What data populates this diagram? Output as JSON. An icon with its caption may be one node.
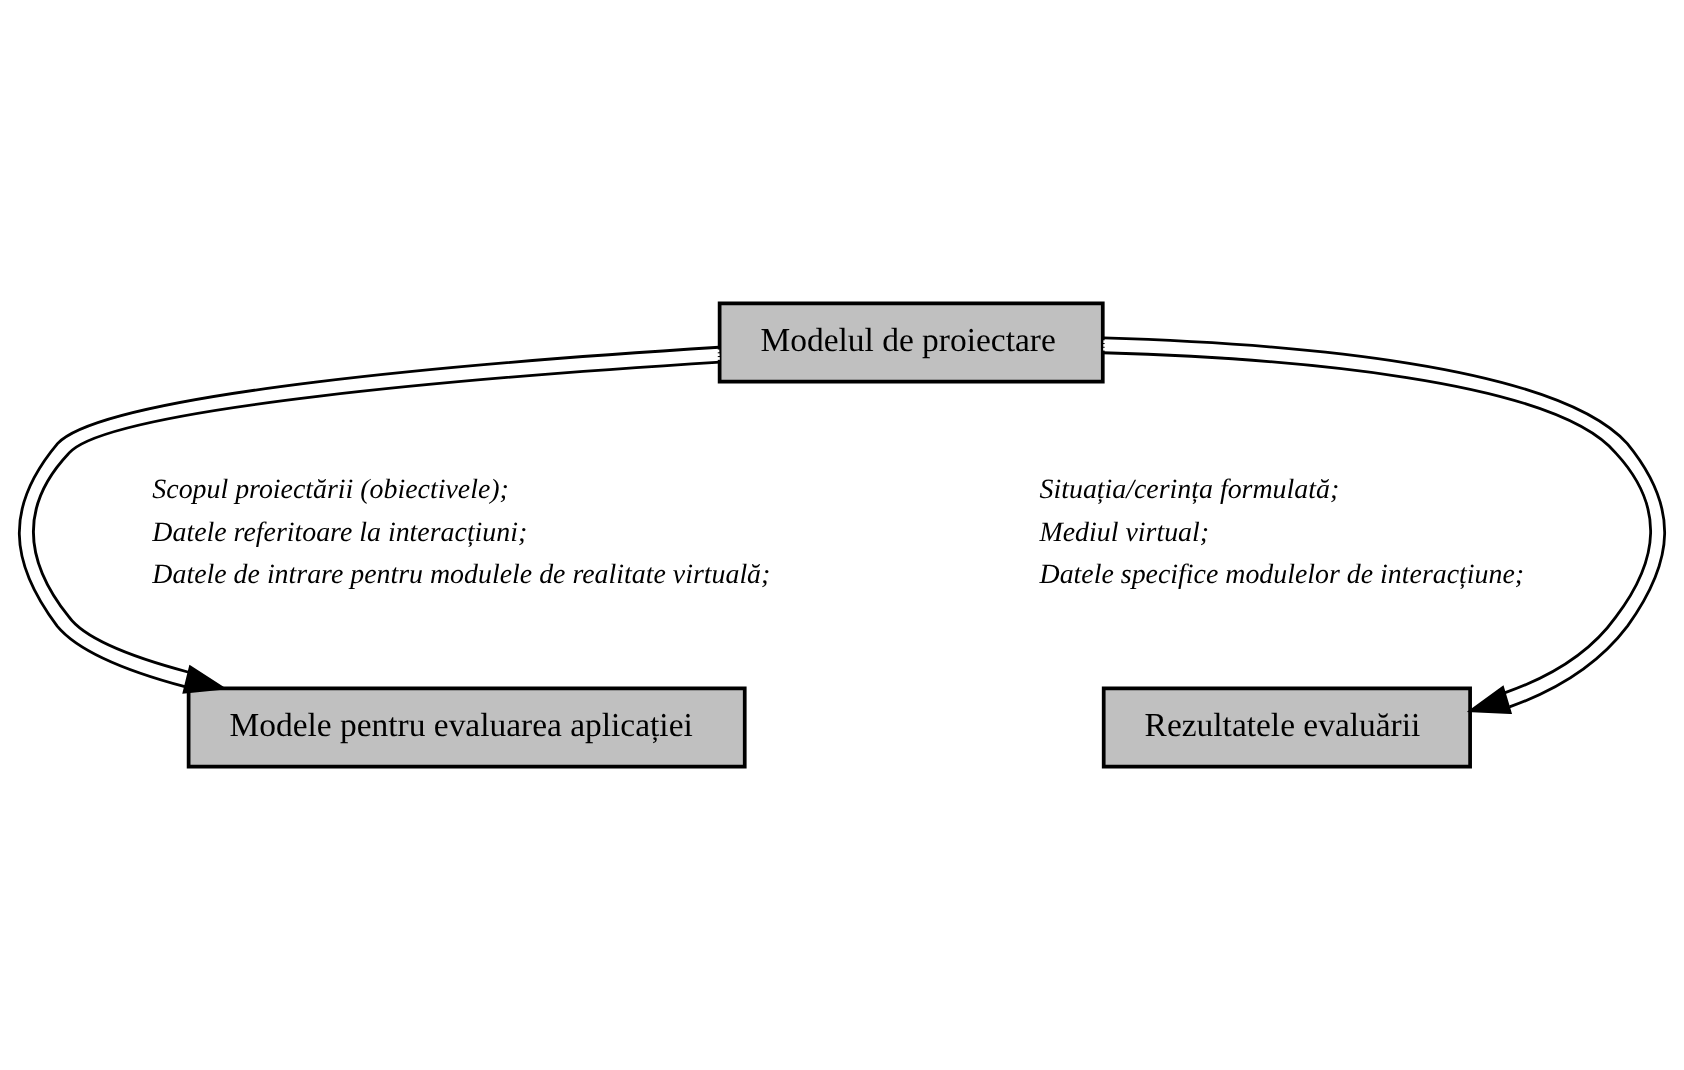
{
  "diagram": {
    "nodes": [
      {
        "text": [
          "Modelul de proiectare"
        ]
      },
      {
        "text": [
          "Modele pentru evaluarea aplicației"
        ]
      },
      {
        "text": [
          "Rezultatele evaluării"
        ]
      }
    ],
    "edges": [
      {
        "from": 0,
        "to": 1,
        "arrow": "to"
      },
      {
        "from": 0,
        "to": 2,
        "arrow": "to"
      }
    ],
    "labels": [
      "Scopul proiectării (obiectivele);",
      "Situația/cerința formulată;",
      "Datele referitoare la interacțiuni;",
      "Mediul virtual;",
      "Datele de intrare pentru modulele de realitate virtuală;",
      "Datele specifice modulelor de interacțiune;"
    ]
  }
}
